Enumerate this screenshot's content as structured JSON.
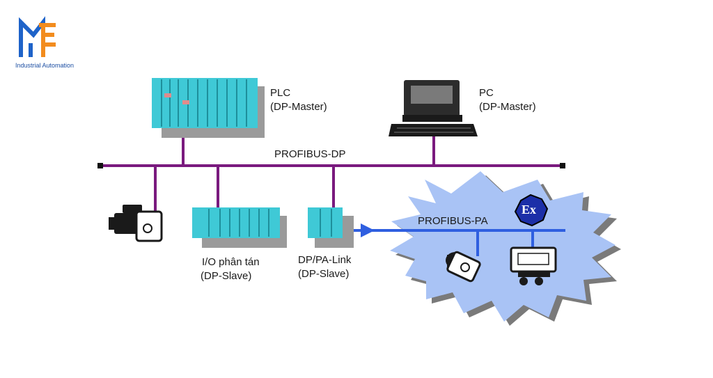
{
  "brand": {
    "tagline": "Industrial Automation",
    "colors": {
      "blue": "#1e63c9",
      "orange": "#f28c1e"
    }
  },
  "buses": {
    "dp": {
      "label": "PROFIBUS-DP",
      "color": "#7a1a7e"
    },
    "pa": {
      "label": "PROFIBUS-PA",
      "color": "#2f5fe0"
    }
  },
  "devices": {
    "plc": {
      "line1": "PLC",
      "line2": "(DP-Master)",
      "icon": "plc-rack-icon"
    },
    "pc": {
      "line1": "PC",
      "line2": "(DP-Master)",
      "icon": "computer-icon"
    },
    "io": {
      "line1": "I/O phân tán",
      "line2": "(DP-Slave)",
      "icon": "io-module-icon"
    },
    "link": {
      "line1": "DP/PA-Link",
      "line2": "(DP-Slave)",
      "icon": "dp-pa-link-icon"
    },
    "drive": {
      "icon": "motor-drive-icon"
    }
  },
  "hazard_zone": {
    "color": "#a9c3f5",
    "ex_label": "Ex",
    "ex_color": "#1c2fa8"
  },
  "colors": {
    "module_cyan": "#3fc9d6",
    "module_gray": "#9a9a9a"
  }
}
